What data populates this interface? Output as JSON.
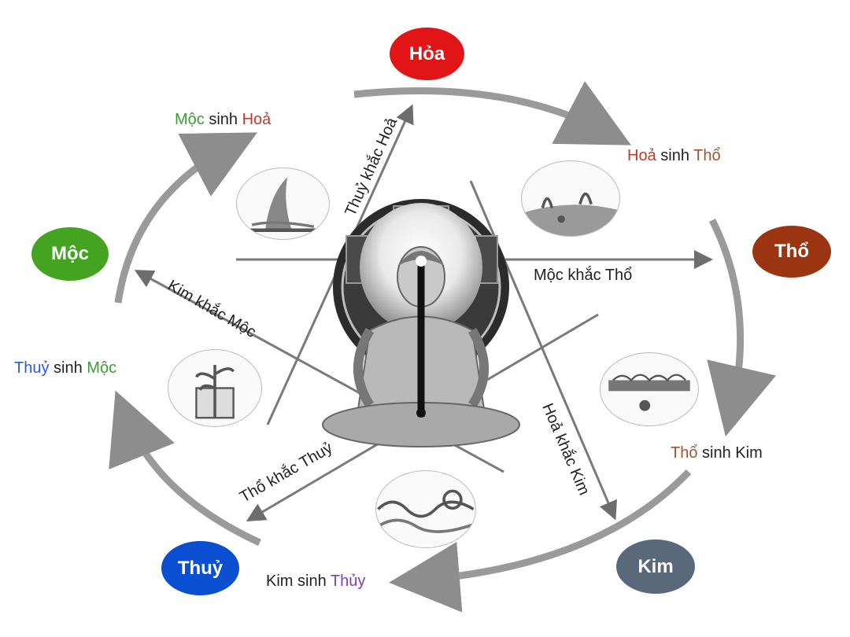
{
  "elements": {
    "hoa": {
      "label": "Hỏa",
      "color": "#e11416"
    },
    "tho": {
      "label": "Thổ",
      "color": "#9b3411"
    },
    "kim": {
      "label": "Kim",
      "color": "#59697a"
    },
    "thuy": {
      "label": "Thuỷ",
      "color": "#0a4fd2"
    },
    "moc": {
      "label": "Mộc",
      "color": "#45a322"
    }
  },
  "label_colors": {
    "moc": "#3d9b35",
    "hoa": "#c0392b",
    "tho": "#a0522d",
    "thuy": "#2a5bd7",
    "thuy_alt": "#7b3fb5",
    "kim": "#222222"
  },
  "generating": {
    "moc_hoa": {
      "a": "Mộc",
      "mid": " sinh ",
      "b": "Hoả"
    },
    "hoa_tho": {
      "a": "Hoả",
      "mid": " sinh ",
      "b": "Thổ"
    },
    "tho_kim": {
      "a": "Thổ",
      "mid": " sinh ",
      "b": "Kim"
    },
    "kim_thuy": {
      "a": "Kim",
      "mid": " sinh ",
      "b": "Thủy"
    },
    "thuy_moc": {
      "a": "Thuỷ",
      "mid": " sinh ",
      "b": "Mộc"
    }
  },
  "controlling": {
    "thuy_hoa": "Thuỷ khắc Hoả",
    "moc_tho": "Mộc khắc Thổ",
    "hoa_kim": "Hoả khắc Kim",
    "tho_thuy": "Thổ khắc Thuỷ",
    "kim_moc": "Kim khắc Mộc"
  }
}
